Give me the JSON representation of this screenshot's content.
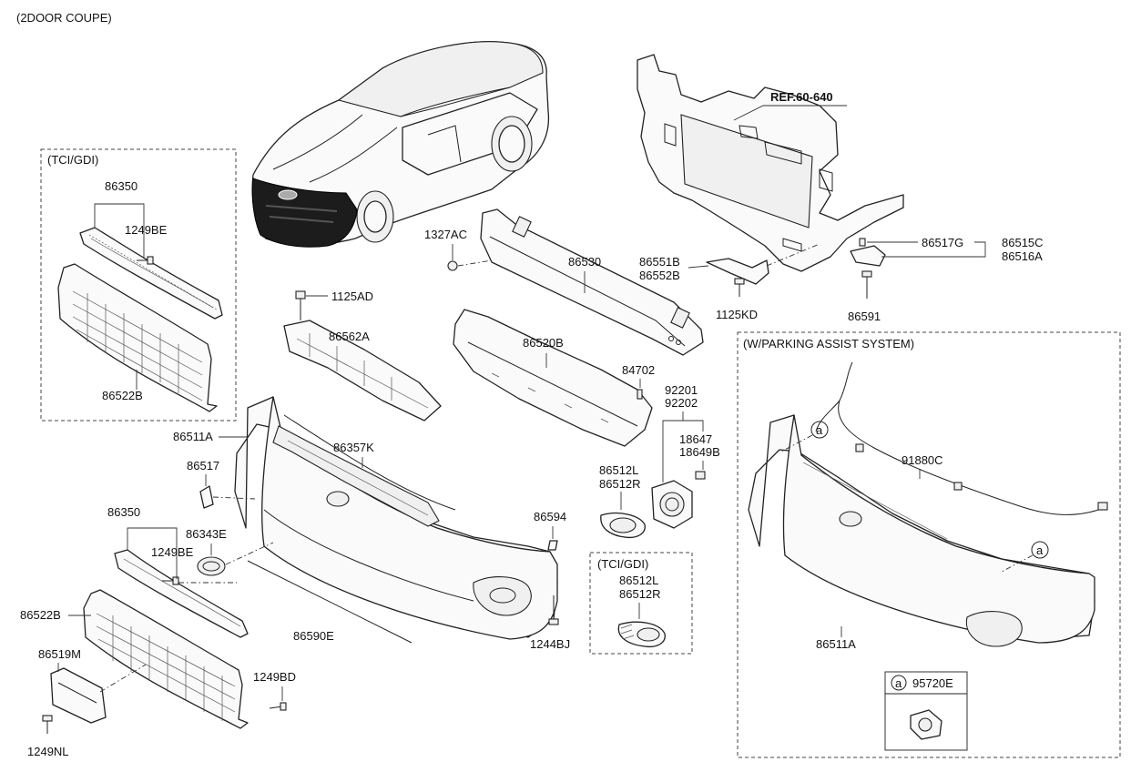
{
  "diagram": {
    "title": "(2DOOR COUPE)",
    "reference": "REF.60-640",
    "groups": {
      "tci_gdi_left": "(TCI/GDI)",
      "tci_gdi_fog": "(TCI/GDI)",
      "parking_assist": "(W/PARKING ASSIST SYSTEM)"
    },
    "legend": {
      "marker": "a",
      "part": "95720E"
    },
    "callout_a": "a",
    "parts": {
      "p86350_a": "86350",
      "p1249BE_a": "1249BE",
      "p86522B_a": "86522B",
      "p1327AC": "1327AC",
      "p86530": "86530",
      "p86551B": "86551B",
      "p86552B": "86552B",
      "p1125KD": "1125KD",
      "p86517G": "86517G",
      "p86515C": "86515C",
      "p86516A": "86516A",
      "p86591": "86591",
      "p1125AD": "1125AD",
      "p86562A": "86562A",
      "p86520B": "86520B",
      "p84702": "84702",
      "p92201": "92201",
      "p92202": "92202",
      "p18647": "18647",
      "p18649B": "18649B",
      "p86511A_a": "86511A",
      "p86357K": "86357K",
      "p86517": "86517",
      "p86512L_a": "86512L",
      "p86512R_a": "86512R",
      "p86350_b": "86350",
      "p86343E": "86343E",
      "p86594": "86594",
      "p1249BE_b": "1249BE",
      "p86522B_b": "86522B",
      "p86590E": "86590E",
      "p1244BJ": "1244BJ",
      "p86512L_b": "86512L",
      "p86512R_b": "86512R",
      "p86519M": "86519M",
      "p1249BD": "1249BD",
      "p1249NL": "1249NL",
      "p91880C": "91880C",
      "p86511A_b": "86511A"
    }
  }
}
